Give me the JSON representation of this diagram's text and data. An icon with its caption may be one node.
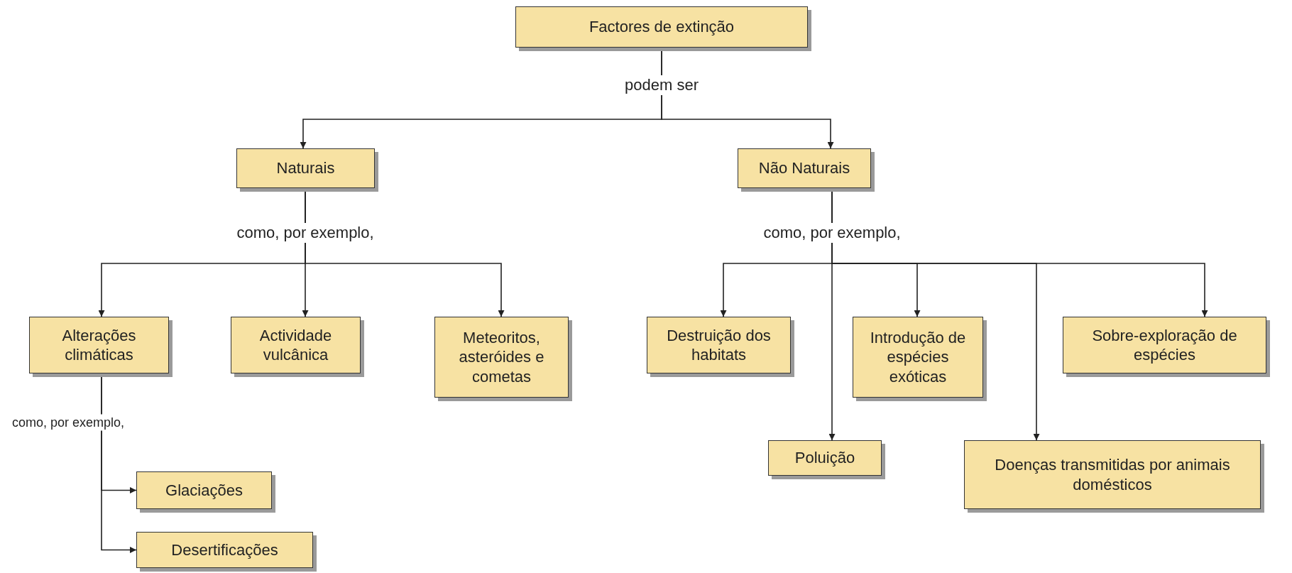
{
  "diagram": {
    "nodes": [
      {
        "text": [
          "Factores de extinção"
        ]
      },
      {
        "text": [
          "Naturais"
        ]
      },
      {
        "text": [
          "Não Naturais"
        ]
      },
      {
        "text": [
          "Alterações climáticas"
        ]
      },
      {
        "text": [
          "Actividade vulcânica"
        ]
      },
      {
        "text": [
          "Meteoritos, asteróides e cometas"
        ]
      },
      {
        "text": [
          "Destruição dos habitats"
        ]
      },
      {
        "text": [
          "Introdução de espécies exóticas"
        ]
      },
      {
        "text": [
          "Sobre-exploração de espécies"
        ]
      },
      {
        "text": [
          "Poluição"
        ]
      },
      {
        "text": [
          "Doenças transmitidas por animais domésticos"
        ]
      },
      {
        "text": [
          "Glaciações"
        ]
      },
      {
        "text": [
          "Desertificações"
        ]
      }
    ],
    "edges": [
      {
        "from": 0,
        "to": 1,
        "arrow": "to",
        "label": "podem ser"
      },
      {
        "from": 0,
        "to": 2,
        "arrow": "to"
      },
      {
        "from": 1,
        "to": 3,
        "arrow": "to",
        "label": "como, por exemplo,"
      },
      {
        "from": 1,
        "to": 4,
        "arrow": "to"
      },
      {
        "from": 1,
        "to": 5,
        "arrow": "to"
      },
      {
        "from": 2,
        "to": 6,
        "arrow": "to",
        "label": "como, por exemplo,"
      },
      {
        "from": 2,
        "to": 9,
        "arrow": "to"
      },
      {
        "from": 2,
        "to": 7,
        "arrow": "to"
      },
      {
        "from": 2,
        "to": 10,
        "arrow": "to"
      },
      {
        "from": 2,
        "to": 8,
        "arrow": "to"
      },
      {
        "from": 3,
        "to": 11,
        "arrow": "to",
        "label": "como, por exemplo,"
      },
      {
        "from": 3,
        "to": 12,
        "arrow": "to"
      }
    ]
  }
}
